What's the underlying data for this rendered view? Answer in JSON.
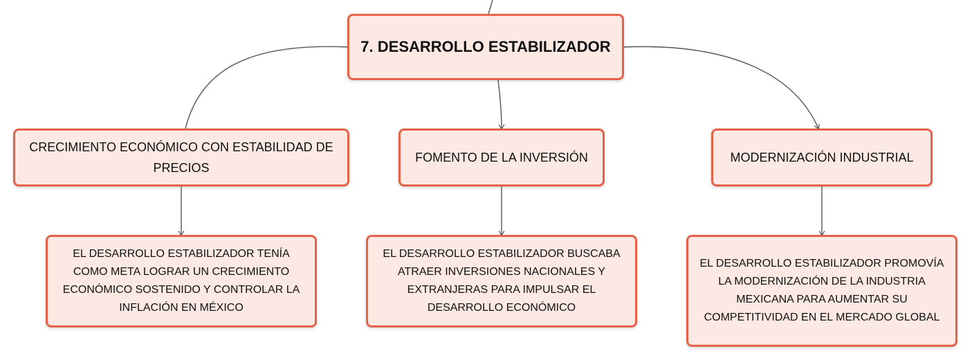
{
  "root": {
    "title": "7. DESARROLLO ESTABILIZADOR"
  },
  "branches": [
    {
      "label": "CRECIMIENTO ECONÓMICO CON ESTABILIDAD DE PRECIOS",
      "detail": "EL DESARROLLO ESTABILIZADOR TENÍA COMO META LOGRAR UN CRECIMIENTO ECONÓMICO SOSTENIDO Y CONTROLAR LA INFLACIÓN EN MÉXICO"
    },
    {
      "label": "FOMENTO DE LA INVERSIÓN",
      "detail": "EL DESARROLLO ESTABILIZADOR BUSCABA ATRAER INVERSIONES NACIONALES Y EXTRANJERAS PARA IMPULSAR EL DESARROLLO ECONÓMICO"
    },
    {
      "label": "MODERNIZACIÓN INDUSTRIAL",
      "detail": "EL DESARROLLO ESTABILIZADOR PROMOVÍA LA MODERNIZACIÓN DE LA INDUSTRIA MEXICANA PARA AUMENTAR SU COMPETITIVIDAD EN EL MERCADO GLOBAL"
    }
  ],
  "colors": {
    "node_fill": "#fde9e3",
    "node_border": "#e5624a",
    "connector": "#555555"
  }
}
